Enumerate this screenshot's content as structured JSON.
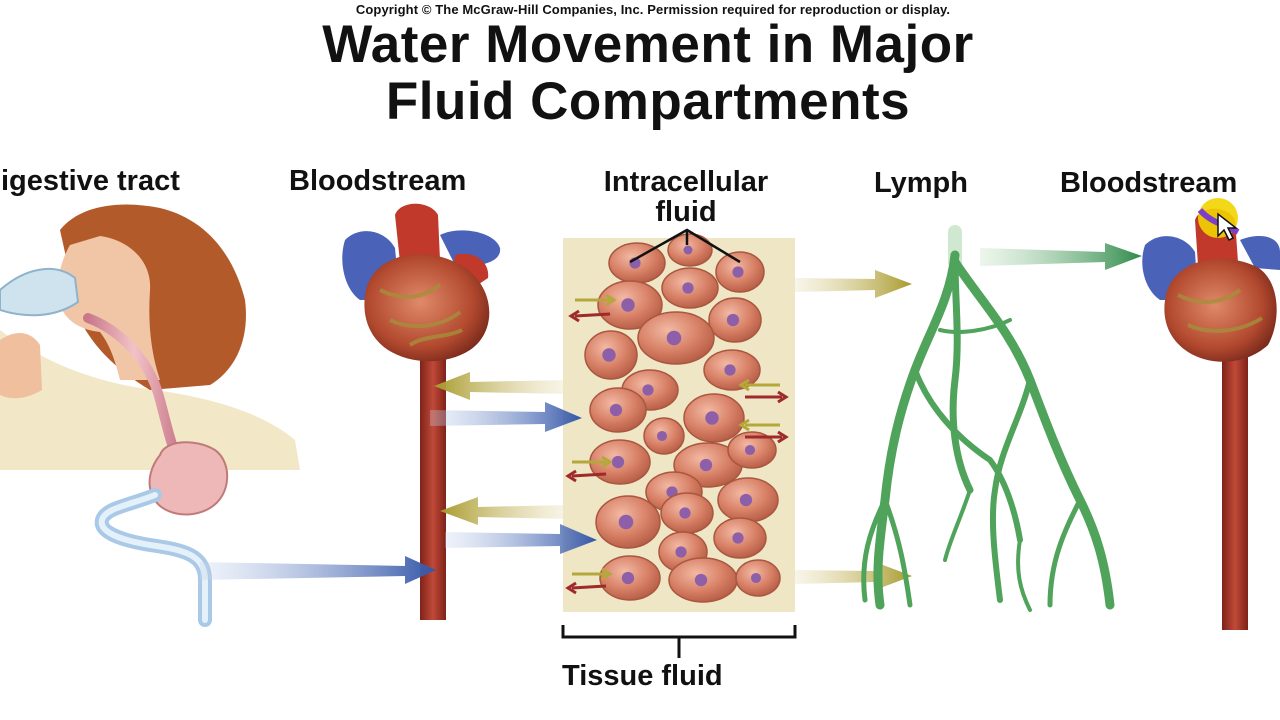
{
  "copyright": "Copyright © The McGraw-Hill Companies, Inc. Permission required for reproduction or display.",
  "title": {
    "line1": "Water Movement in Major",
    "line2": "Fluid Compartments"
  },
  "labels": {
    "digestive_tract": "Digestive tract",
    "bloodstream_left": "Bloodstream",
    "intracellular_line1": "Intracellular",
    "intracellular_line2": "fluid",
    "lymph": "Lymph",
    "bloodstream_right": "Bloodstream",
    "tissue_fluid": "Tissue fluid"
  },
  "colors": {
    "vessel_red": "#a93a2c",
    "heart_red": "#c0392b",
    "vein_blue": "#4a63b8",
    "arrow_blue": "#3456a8",
    "arrow_olive": "#b5a83a",
    "arrow_dark_red": "#9e2a2a",
    "lymph_green": "#4fa35a",
    "tissue_bg": "#efe6c6",
    "cell_fill": "#d9826a",
    "nucleus": "#8d5fa8",
    "hair": "#b35a2a",
    "cursor_highlight": "#f2d400"
  },
  "icons": {
    "person": "person-drinking-icon",
    "heart_left": "heart-icon",
    "heart_right": "heart-icon",
    "stomach": "stomach-icon",
    "lymph": "lymph-vessel-icon",
    "cursor": "mouse-cursor-icon"
  }
}
